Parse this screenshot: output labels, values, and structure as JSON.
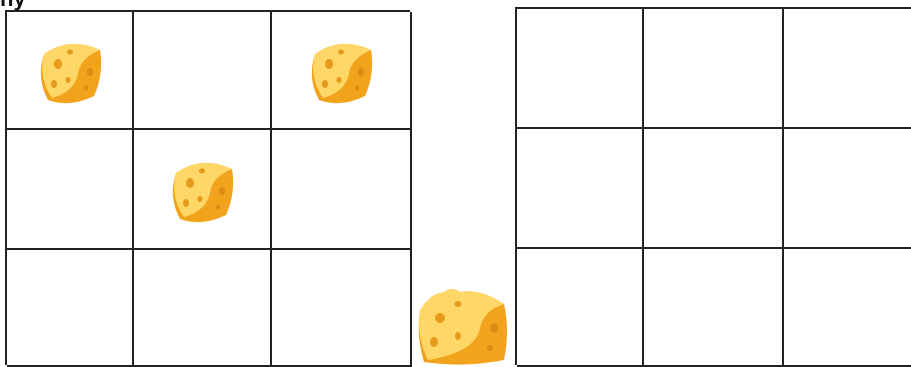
{
  "header": {
    "partial_text": "ny"
  },
  "left_grid": {
    "rows": 3,
    "cols": 3,
    "cells": [
      {
        "item": "cheese-icon"
      },
      {
        "item": ""
      },
      {
        "item": "cheese-icon"
      },
      {
        "item": ""
      },
      {
        "item": "cheese-icon"
      },
      {
        "item": ""
      },
      {
        "item": ""
      },
      {
        "item": ""
      },
      {
        "item": ""
      }
    ]
  },
  "right_grid": {
    "rows": 3,
    "cols": 3,
    "cells": [
      {
        "item": ""
      },
      {
        "item": ""
      },
      {
        "item": ""
      },
      {
        "item": ""
      },
      {
        "item": ""
      },
      {
        "item": ""
      },
      {
        "item": ""
      },
      {
        "item": ""
      },
      {
        "item": ""
      }
    ]
  },
  "loose_piece": {
    "item": "cheese-icon"
  },
  "colors": {
    "cheese_light": "#FFD766",
    "cheese_dark": "#F2A31C",
    "cheese_hole": "#E69A1A",
    "grid_line": "#222222"
  }
}
